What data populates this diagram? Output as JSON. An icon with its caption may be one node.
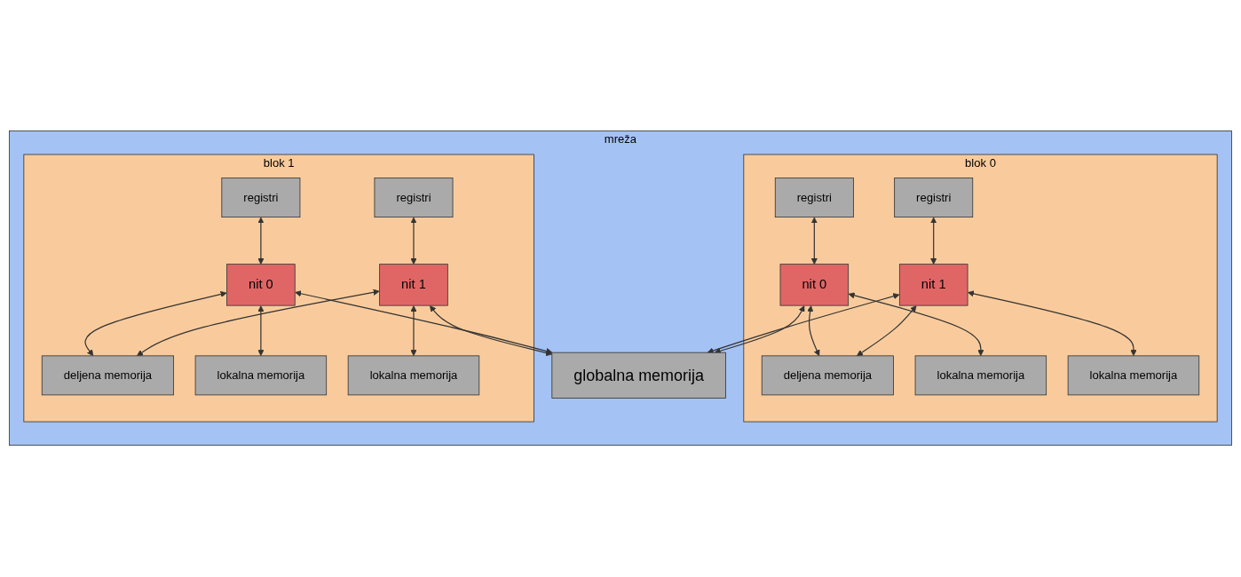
{
  "diagram": {
    "nodes": [
      {
        "text": [
          "mreža"
        ]
      },
      {
        "text": [
          "blok 0"
        ],
        "in": 0
      },
      {
        "text": [
          "deljena memorija"
        ],
        "in": 1
      },
      {
        "text": [
          "registri"
        ],
        "in": 1
      },
      {
        "text": [
          "nit 1"
        ],
        "in": 1
      },
      {
        "text": [
          "registri"
        ],
        "in": 1
      },
      {
        "text": [
          "nit 0"
        ],
        "in": 1
      },
      {
        "text": [
          "lokalna memorija"
        ],
        "in": 1
      },
      {
        "text": [
          "lokalna memorija"
        ],
        "in": 1
      },
      {
        "text": [
          "blok 1"
        ],
        "in": 0
      },
      {
        "text": [
          "deljena memorija"
        ],
        "in": 9
      },
      {
        "text": [
          "registri"
        ],
        "in": 9
      },
      {
        "text": [
          "nit 1"
        ],
        "in": 9
      },
      {
        "text": [
          "registri"
        ],
        "in": 9
      },
      {
        "text": [
          "nit 0"
        ],
        "in": 9
      },
      {
        "text": [
          "lokalna memorija"
        ],
        "in": 9
      },
      {
        "text": [
          "lokalna memorija"
        ],
        "in": 9
      },
      {
        "text": [
          "globalna memorija"
        ],
        "in": 0
      }
    ],
    "edges": [
      {
        "from": 6,
        "to": 2,
        "arrow": "both"
      },
      {
        "from": 4,
        "to": 2,
        "arrow": "both"
      },
      {
        "from": 3,
        "to": 4,
        "arrow": "both"
      },
      {
        "from": 5,
        "to": 6,
        "arrow": "both"
      },
      {
        "from": 6,
        "to": 7,
        "arrow": "both"
      },
      {
        "from": 4,
        "to": 8,
        "arrow": "both"
      },
      {
        "from": 4,
        "to": 17,
        "arrow": "both"
      },
      {
        "from": 6,
        "to": 17,
        "arrow": "both"
      },
      {
        "from": 14,
        "to": 10,
        "arrow": "both"
      },
      {
        "from": 12,
        "to": 10,
        "arrow": "both"
      },
      {
        "from": 11,
        "to": 12,
        "arrow": "both"
      },
      {
        "from": 13,
        "to": 14,
        "arrow": "both"
      },
      {
        "from": 14,
        "to": 15,
        "arrow": "both"
      },
      {
        "from": 12,
        "to": 16,
        "arrow": "both"
      },
      {
        "from": 12,
        "to": 17,
        "arrow": "both"
      },
      {
        "from": 14,
        "to": 17,
        "arrow": "both"
      }
    ]
  }
}
